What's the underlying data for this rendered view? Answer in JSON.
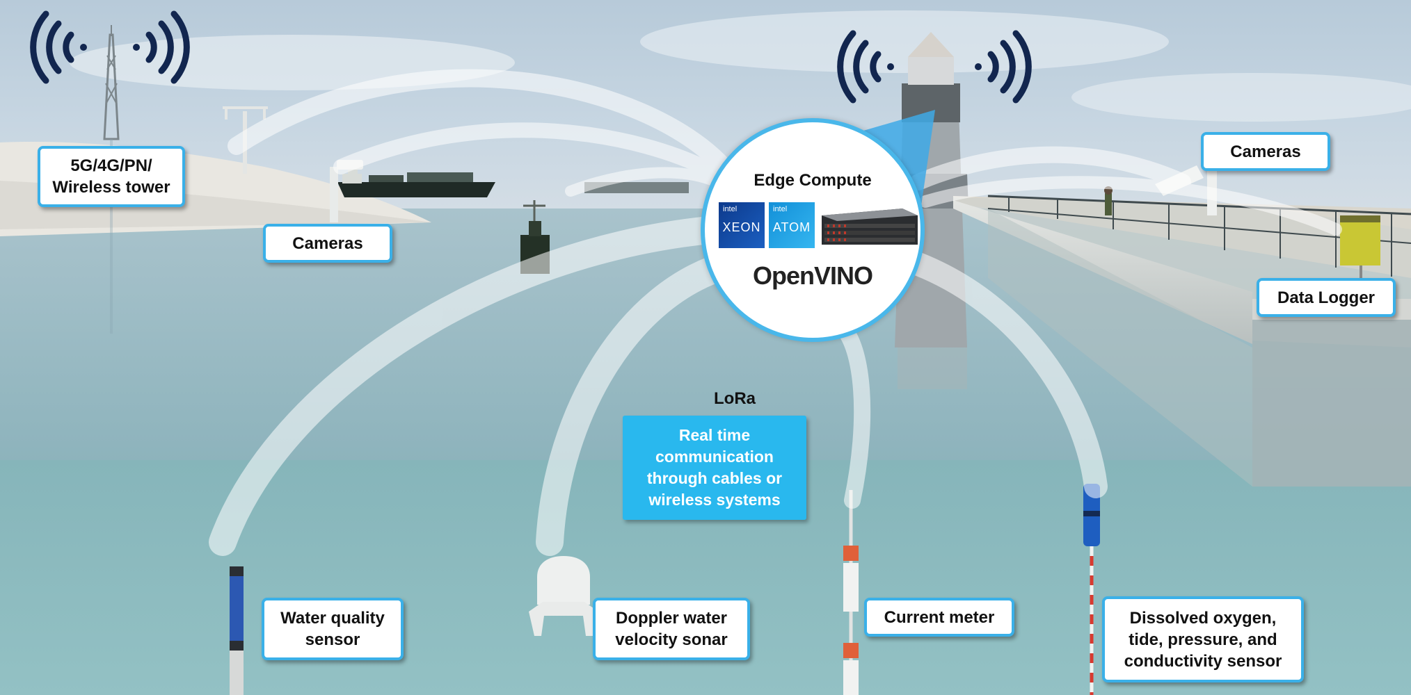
{
  "hub": {
    "title": "Edge Compute",
    "chips": [
      {
        "brand": "intel",
        "name": "XEON"
      },
      {
        "brand": "intel",
        "name": "ATOM"
      }
    ],
    "software": "OpenVINO"
  },
  "link": {
    "title": "LoRa",
    "description": "Real time\ncommunication\nthrough cables or\nwireless systems"
  },
  "labels": {
    "tower": "5G/4G/PN/\nWireless tower",
    "cameras_left": "Cameras",
    "cameras_right": "Cameras",
    "data_logger": "Data Logger",
    "water_quality": "Water quality\nsensor",
    "doppler": "Doppler water\nvelocity sonar",
    "current_meter": "Current meter",
    "dissolved_oxygen": "Dissolved oxygen,\ntide, pressure, and\nconductivity sensor"
  },
  "colors": {
    "accent": "#3ab0e8",
    "lora_box": "#29b8ee",
    "wifi_icon": "#12264f"
  }
}
